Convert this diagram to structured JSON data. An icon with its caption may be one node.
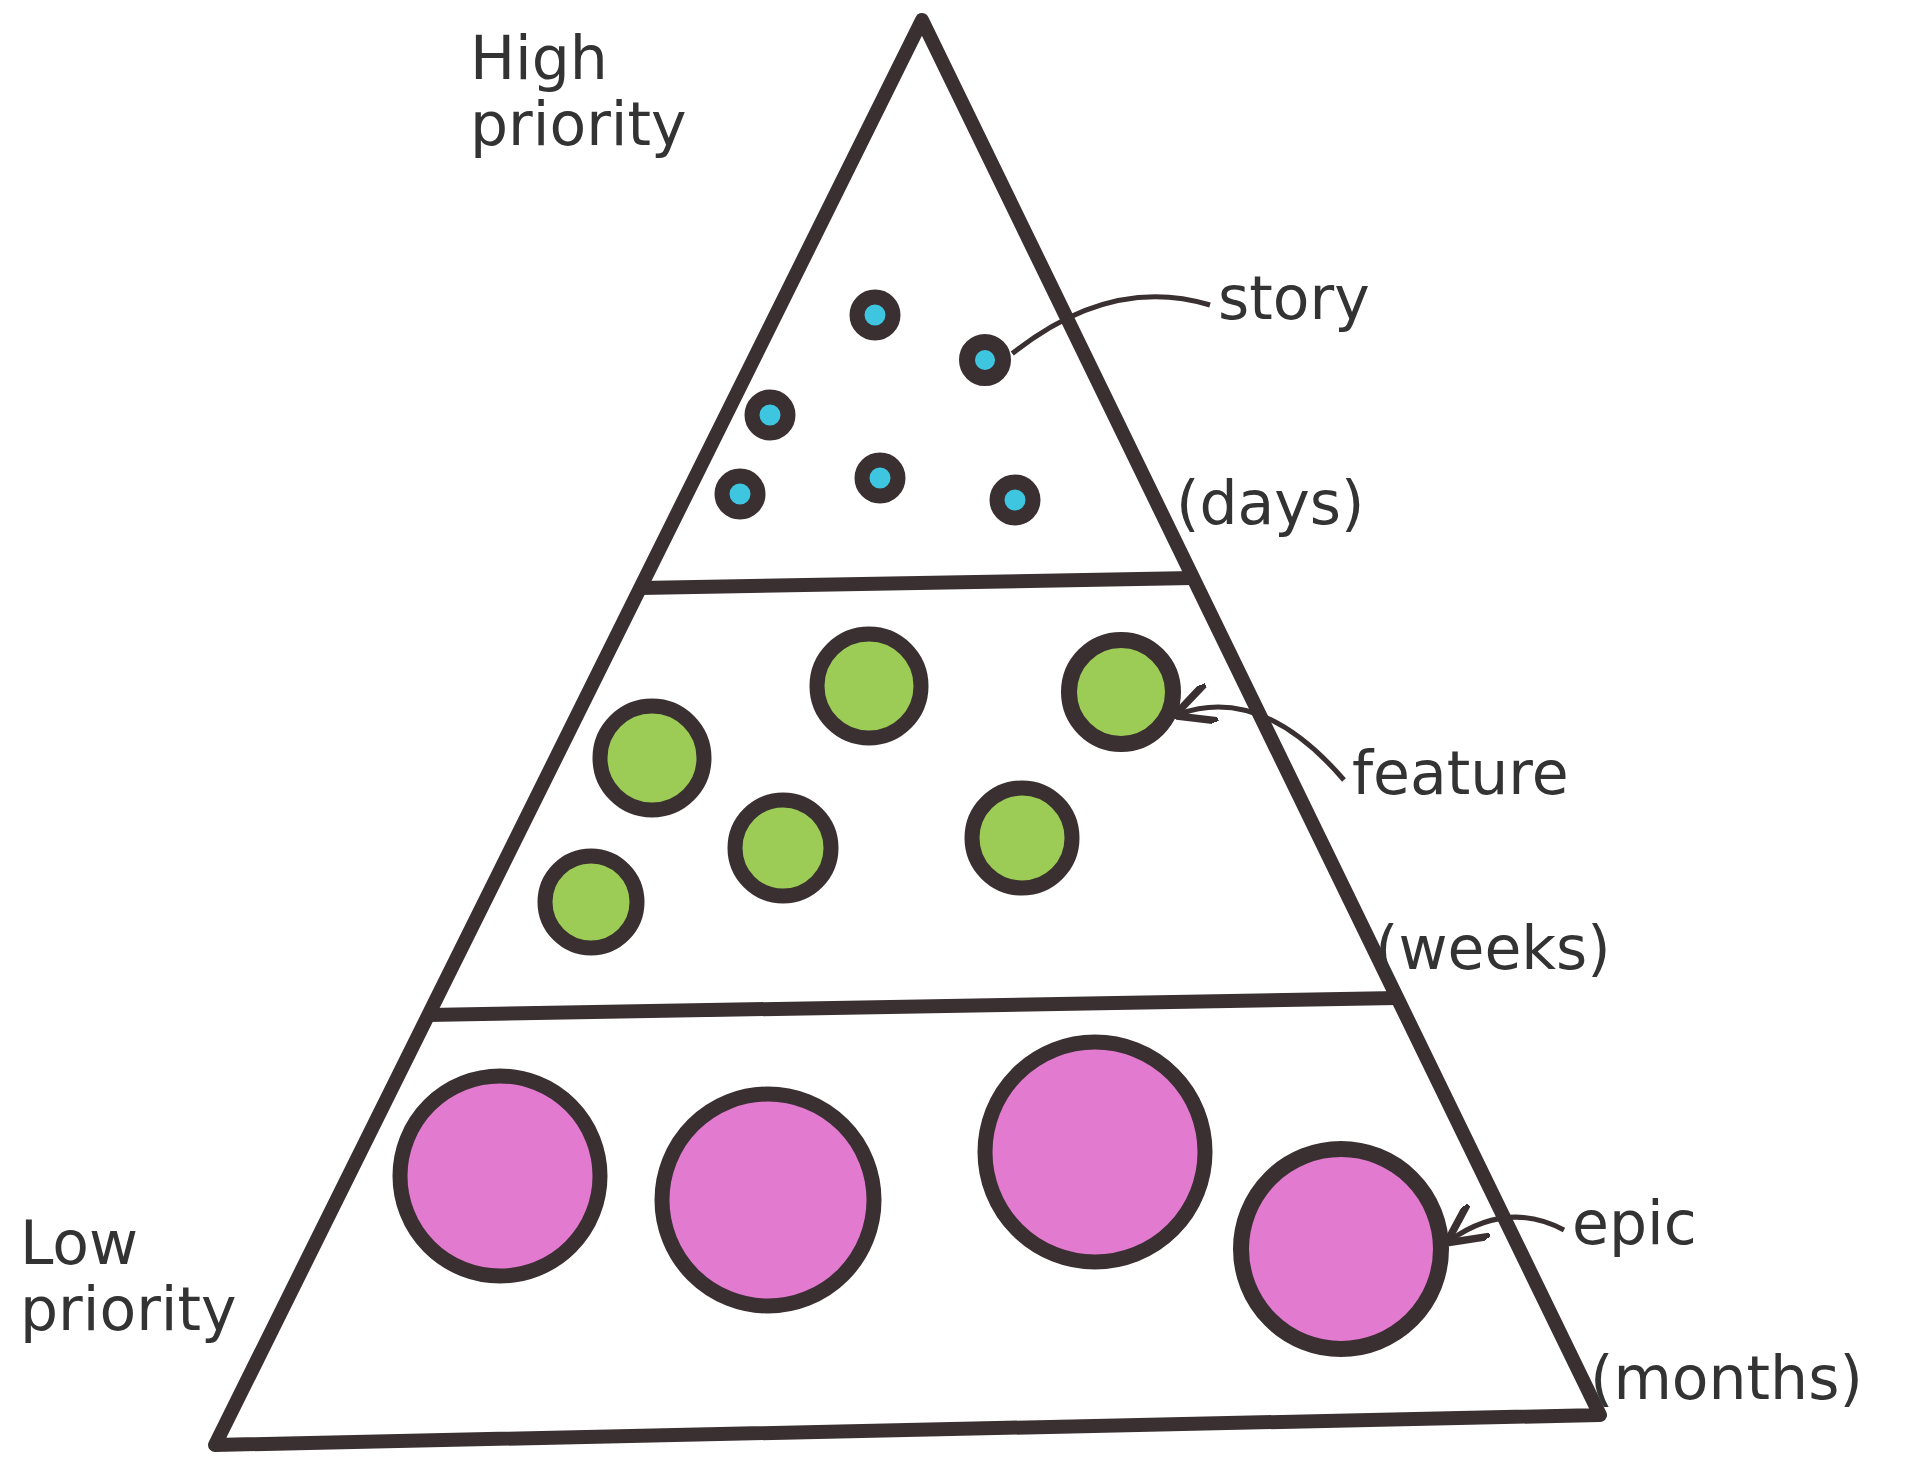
{
  "diagram": {
    "nodes": [
      {
        "text": [
          "story"
        ]
      },
      {
        "text": [],
        "shape": "circle"
      },
      {
        "text": [
          "feature"
        ]
      },
      {
        "text": [],
        "shape": "circle"
      },
      {
        "text": [
          "epic"
        ]
      },
      {
        "text": [],
        "shape": "circle"
      }
    ],
    "edges": [
      {
        "from": 0,
        "to": 1,
        "arrow": "none"
      },
      {
        "from": 2,
        "to": 3,
        "arrow": "to"
      },
      {
        "from": 4,
        "to": 5,
        "arrow": "to"
      }
    ],
    "labels": [
      "High priority",
      "(days)",
      "(weeks)",
      "Low priority",
      "(months)"
    ]
  }
}
